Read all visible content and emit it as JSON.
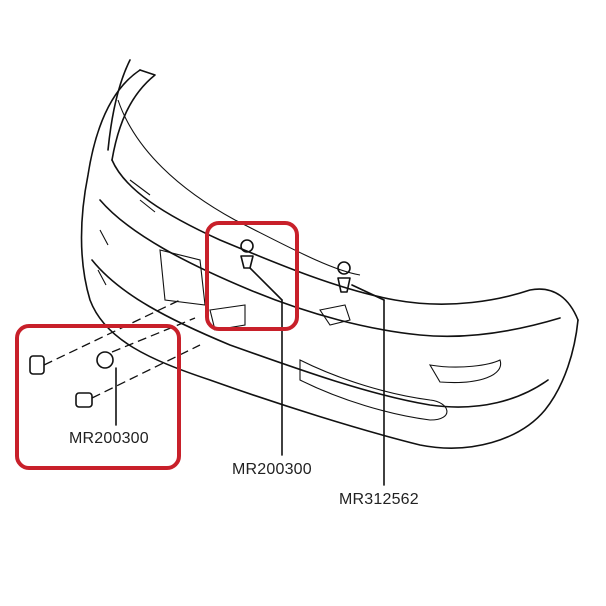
{
  "diagram": {
    "callouts": [
      {
        "part_number": "MR200300"
      },
      {
        "part_number": "MR200300"
      },
      {
        "part_number": "MR312562"
      }
    ],
    "highlight_color": "#c8202a"
  }
}
